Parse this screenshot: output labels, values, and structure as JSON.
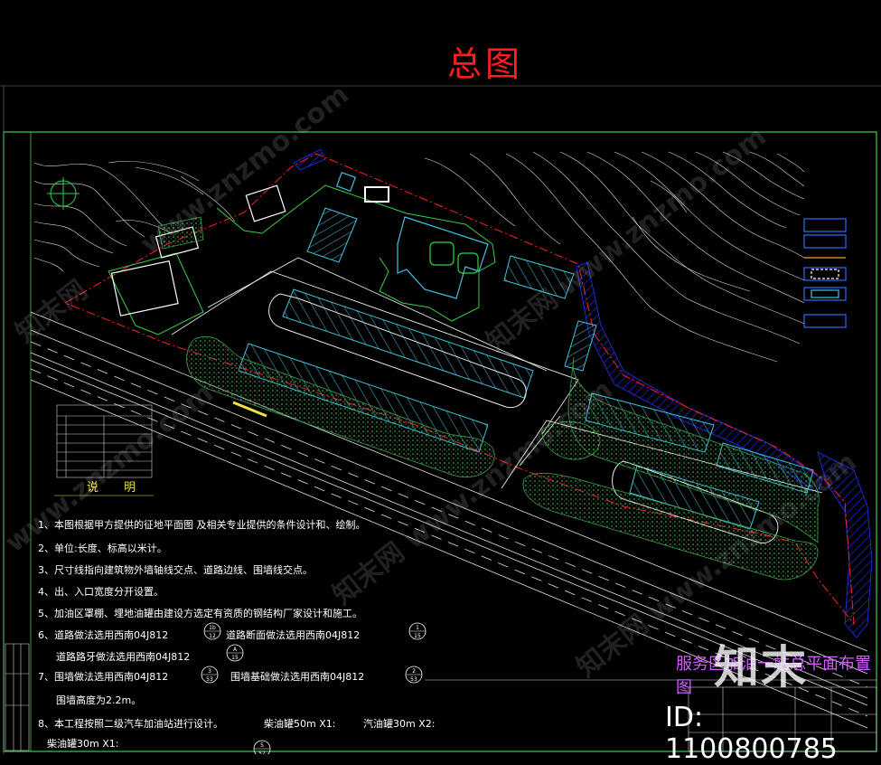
{
  "title": "总图",
  "drawing_title": "服务区加油一站总平面布置图",
  "brand": "知末",
  "id_tag": "ID: 1100800785",
  "watermarks": [
    "www.znzmo.com",
    "知末网 www.znzmo.com",
    "知末网 www.znzmo.com",
    "知末网 www.znzmo.com",
    "www.znzmo.com",
    "知末网"
  ],
  "notes_heading": "说 明",
  "notes": [
    "1、本图根据甲方提供的征地平面图              及相关专业提供的条件设计和、绘制。",
    "2、单位:长度、标高以米计。",
    "3、尺寸线指向建筑物外墙轴线交点、道路边线、围墙线交点。",
    "4、出、入口宽度分开设置。",
    "5、加油区罩棚、埋地油罐由建设方选定有资质的钢结构厂家设计和施工。",
    "6、道路做法选用西南04J812",
    "道路断面做法选用西南04J812",
    "道路路牙做法选用西南04J812",
    "7、围墙做法选用西南04J812",
    "围墙基础做法选用西南04J812",
    "围墙高度为2.2m。",
    "8、本工程按照二级汽车加油站进行设计。",
    "柴油罐50m X1:",
    "汽油罐30m X2:",
    "柴油罐30m X1:"
  ],
  "callouts": [
    {
      "top": "1b",
      "bottom": "12"
    },
    {
      "top": "1",
      "bottom": "15"
    },
    {
      "top": "A",
      "bottom": "15"
    },
    {
      "top": "3",
      "bottom": "53"
    },
    {
      "top": "2",
      "bottom": "53"
    },
    {
      "top": "5",
      "bottom": "52"
    }
  ],
  "colors": {
    "background": "#000000",
    "frame": "#34d046",
    "title": "#ff1d1d",
    "parking": "#40c4e0",
    "boundary": "#ff2020",
    "building": "#4aa8ff",
    "contour": "#ffffff",
    "landscape": "#3ea34a",
    "drawing_title": "#d35cff",
    "road_edge": "#ffffff"
  }
}
